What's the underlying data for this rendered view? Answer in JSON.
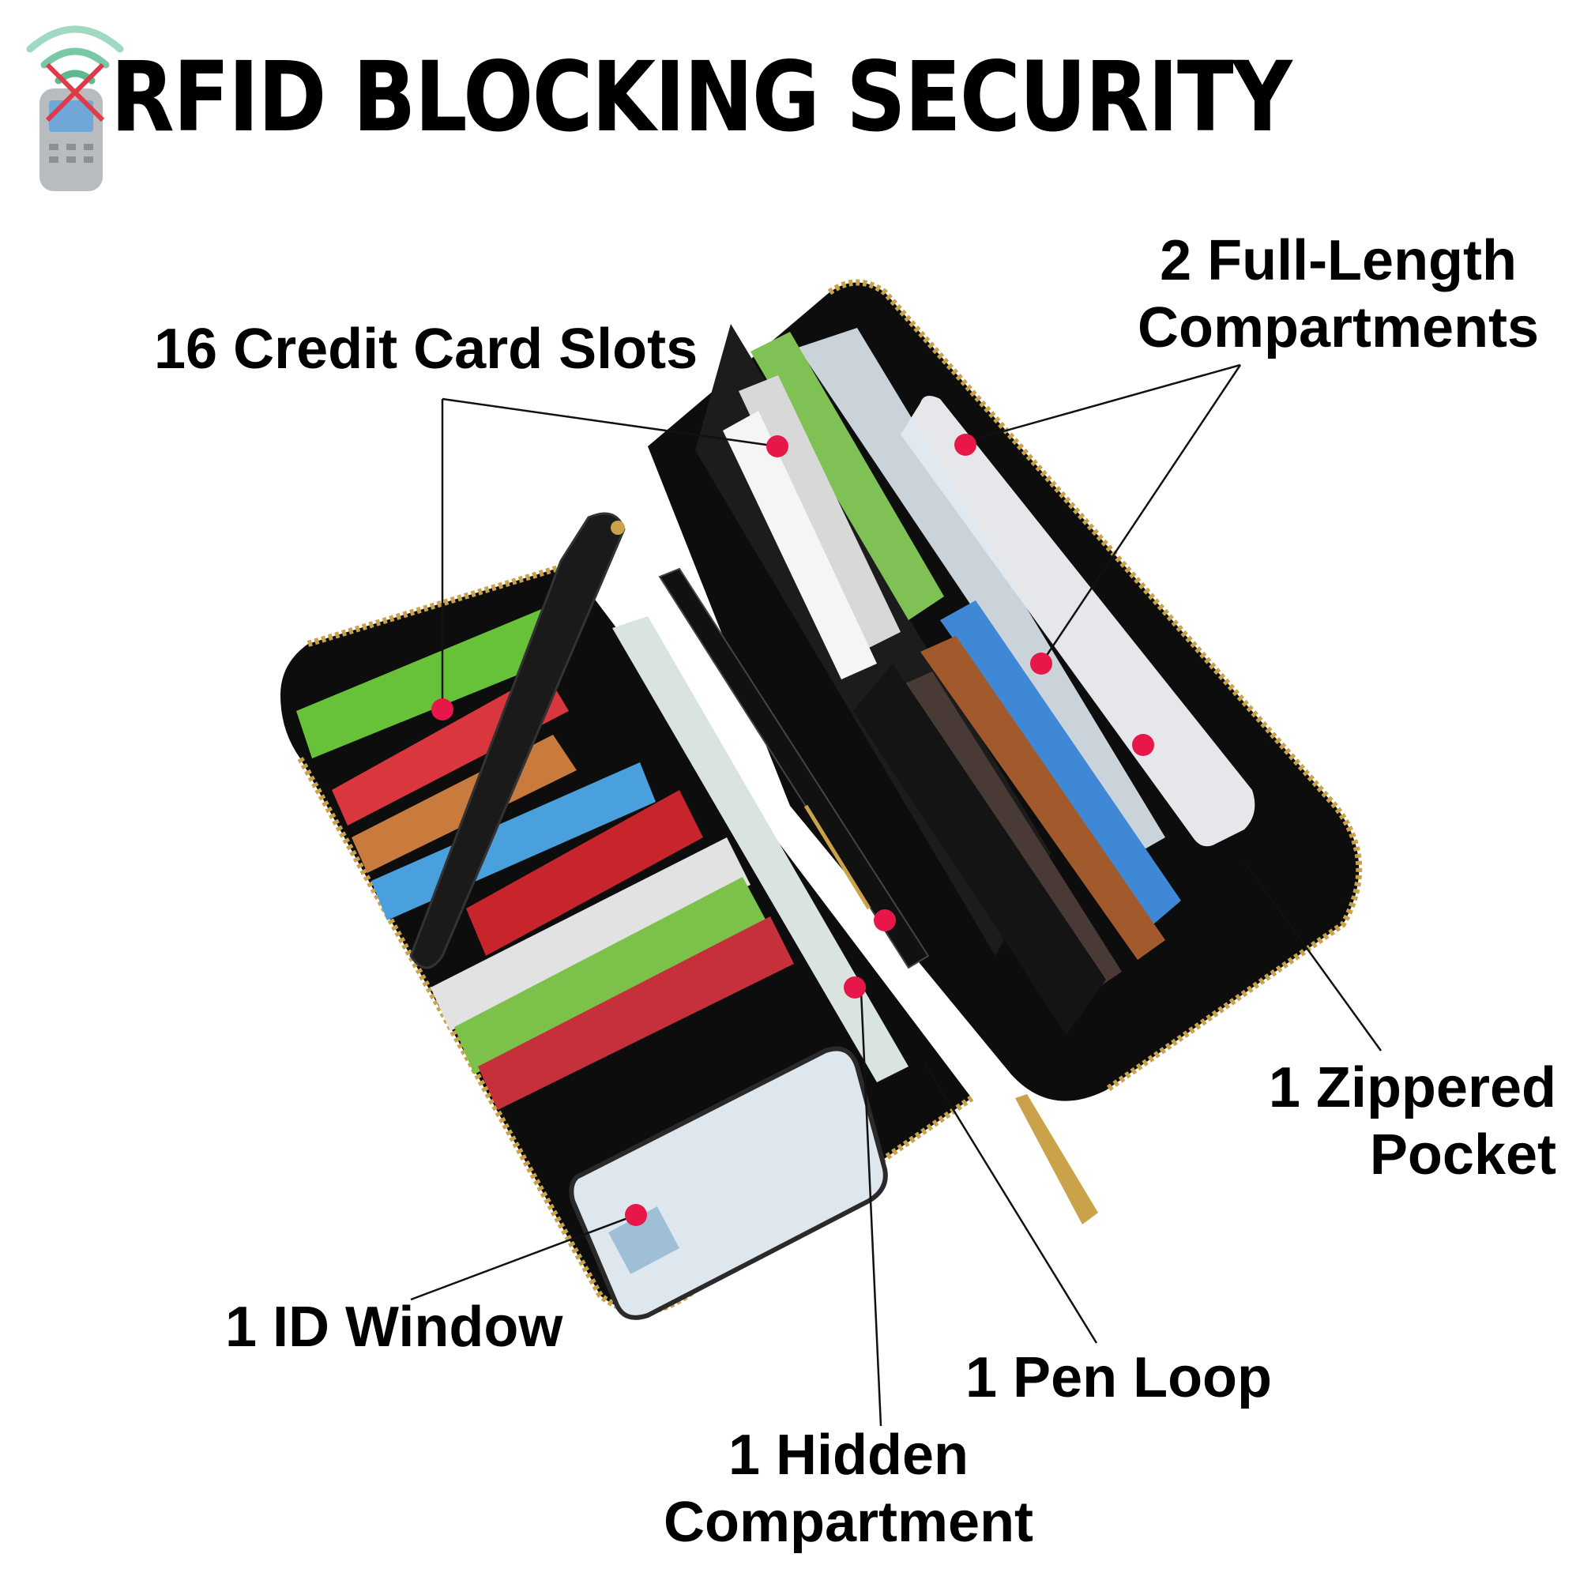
{
  "header": {
    "title": "RFID BLOCKING SECURITY",
    "icon": "rfid-blocked-reader-icon"
  },
  "callouts": {
    "credit_card_slots": "16 Credit Card Slots",
    "full_length_line1": "2 Full-Length",
    "full_length_line2": "Compartments",
    "zippered_line1": "1 Zippered",
    "zippered_line2": "Pocket",
    "id_window": "1 ID Window",
    "pen_loop": "1 Pen Loop",
    "hidden_line1": "1 Hidden",
    "hidden_line2": "Compartment"
  },
  "colors": {
    "marker": "#e8174a",
    "wallet": "#0d0d0d",
    "zipper": "#c9a24a",
    "rfid_icon": "#78c7a7"
  }
}
